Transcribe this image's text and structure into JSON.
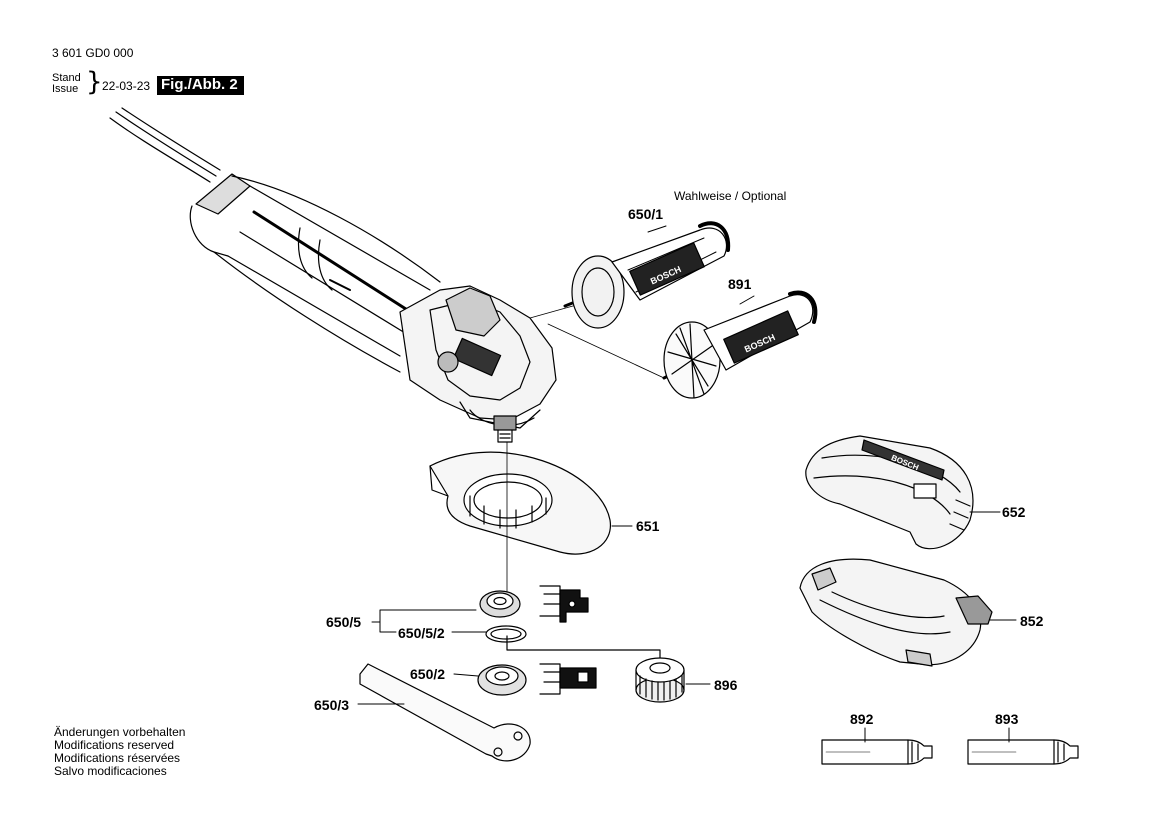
{
  "header": {
    "document_number": "3 601 GD0 000",
    "stand_label": "Stand",
    "issue_label": "Issue",
    "date": "22-03-23",
    "figure_label": "Fig./Abb. 2"
  },
  "optional_note": "Wahlweise / Optional",
  "parts": {
    "p650_1": "650/1",
    "p891": "891",
    "p651": "651",
    "p652": "652",
    "p852": "852",
    "p650_5": "650/5",
    "p650_5_2": "650/5/2",
    "p650_2": "650/2",
    "p896": "896",
    "p650_3": "650/3",
    "p892": "892",
    "p893": "893"
  },
  "brand_marks": {
    "handle_1": "BOSCH",
    "handle_2": "BOSCH",
    "guard": "BOSCH"
  },
  "notes": [
    "Änderungen vorbehalten",
    "Modifications reserved",
    "Modifications réservées",
    "Salvo modificaciones"
  ]
}
